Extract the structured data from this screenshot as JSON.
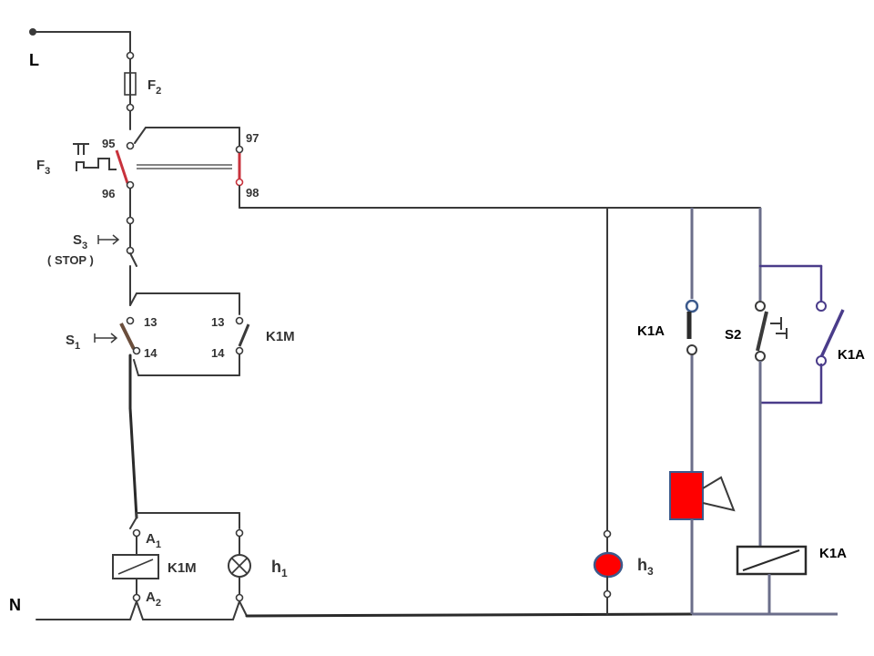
{
  "labels": {
    "line": "L",
    "neutral": "N",
    "fuse": "F",
    "fuse_sub": "2",
    "overload": "F",
    "overload_sub": "3",
    "t95": "95",
    "t96": "96",
    "t97": "97",
    "t98": "98",
    "stop_btn": "S",
    "stop_btn_sub": "3",
    "stop_text": "( STOP )",
    "start_btn": "S",
    "start_btn_sub": "1",
    "t13a": "13",
    "t14a": "14",
    "t13b": "13",
    "t14b": "14",
    "k1m_contact": "K1M",
    "a1": "A",
    "a1_sub": "1",
    "a2": "A",
    "a2_sub": "2",
    "k1m_coil": "K1M",
    "lamp": "h",
    "lamp_sub": "1",
    "lamp3": "h",
    "lamp3_sub": "3",
    "k1a_left": "K1A",
    "s2": "S2",
    "k1a_right": "K1A",
    "k1a_coil": "K1A"
  },
  "colors": {
    "wire": "#3a3a3a",
    "accent_red": "#ff0000",
    "contact_red": "#c8323c",
    "blue_wire": "#4a3c8a",
    "term_blue": "#3c5a8c"
  },
  "icons": [
    "fuse-icon",
    "lamp-icon",
    "coil-icon",
    "horn-icon",
    "signal-lamp-icon"
  ]
}
